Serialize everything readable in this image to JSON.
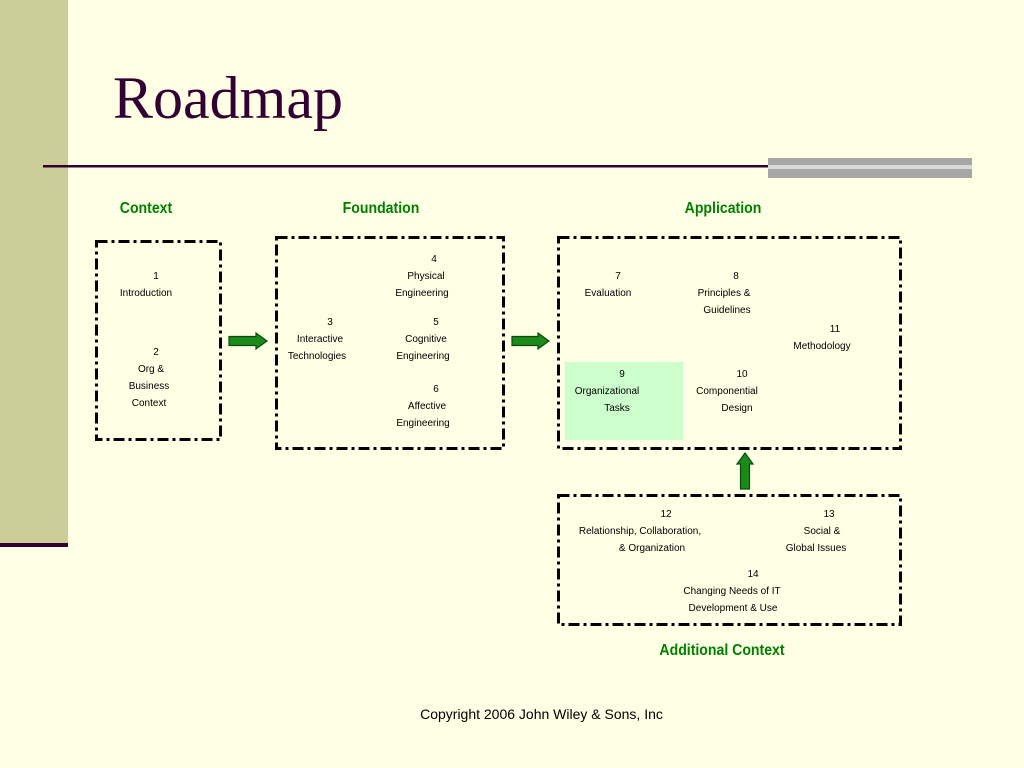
{
  "slide": {
    "title": "Roadmap",
    "footer": "Copyright 2006 John Wiley & Sons, Inc"
  },
  "groups": {
    "context": {
      "heading": "Context",
      "items": [
        {
          "number": "1",
          "lines": [
            "Introduction"
          ]
        },
        {
          "number": "2",
          "lines": [
            "Org &",
            "Business",
            "Context"
          ]
        }
      ]
    },
    "foundation": {
      "heading": "Foundation",
      "items": [
        {
          "number": "4",
          "lines": [
            "Physical",
            "Engineering"
          ]
        },
        {
          "number": "3",
          "lines": [
            "Interactive",
            "Technologies"
          ]
        },
        {
          "number": "5",
          "lines": [
            "Cognitive",
            "Engineering"
          ]
        },
        {
          "number": "6",
          "lines": [
            "Affective",
            "Engineering"
          ]
        }
      ]
    },
    "application": {
      "heading": "Application",
      "items": [
        {
          "number": "7",
          "lines": [
            "Evaluation"
          ]
        },
        {
          "number": "8",
          "lines": [
            "Principles &",
            "Guidelines"
          ]
        },
        {
          "number": "11",
          "lines": [
            "Methodology"
          ]
        },
        {
          "number": "9",
          "lines": [
            "Organizational",
            "Tasks"
          ]
        },
        {
          "number": "10",
          "lines": [
            "Componential",
            "Design"
          ]
        }
      ]
    },
    "additional_context": {
      "heading": "Additional Context",
      "items": [
        {
          "number": "12",
          "lines": [
            "Relationship, Collaboration,",
            "& Organization"
          ]
        },
        {
          "number": "13",
          "lines": [
            "Social &",
            "Global Issues"
          ]
        },
        {
          "number": "14",
          "lines": [
            "Changing Needs of IT",
            "Development & Use"
          ]
        }
      ]
    }
  },
  "colors": {
    "background": "#FFFFE5",
    "sidebar": "#CCCC99",
    "title": "#330033",
    "heading": "#008000",
    "highlight": "#CCFFCC",
    "arrow": "#1A8A1A",
    "arrow_edge": "#0B4A0B",
    "box_border": "#000000",
    "rule_accent": "#A6A6A6",
    "rule_accent_light": "#D9D9D9"
  }
}
